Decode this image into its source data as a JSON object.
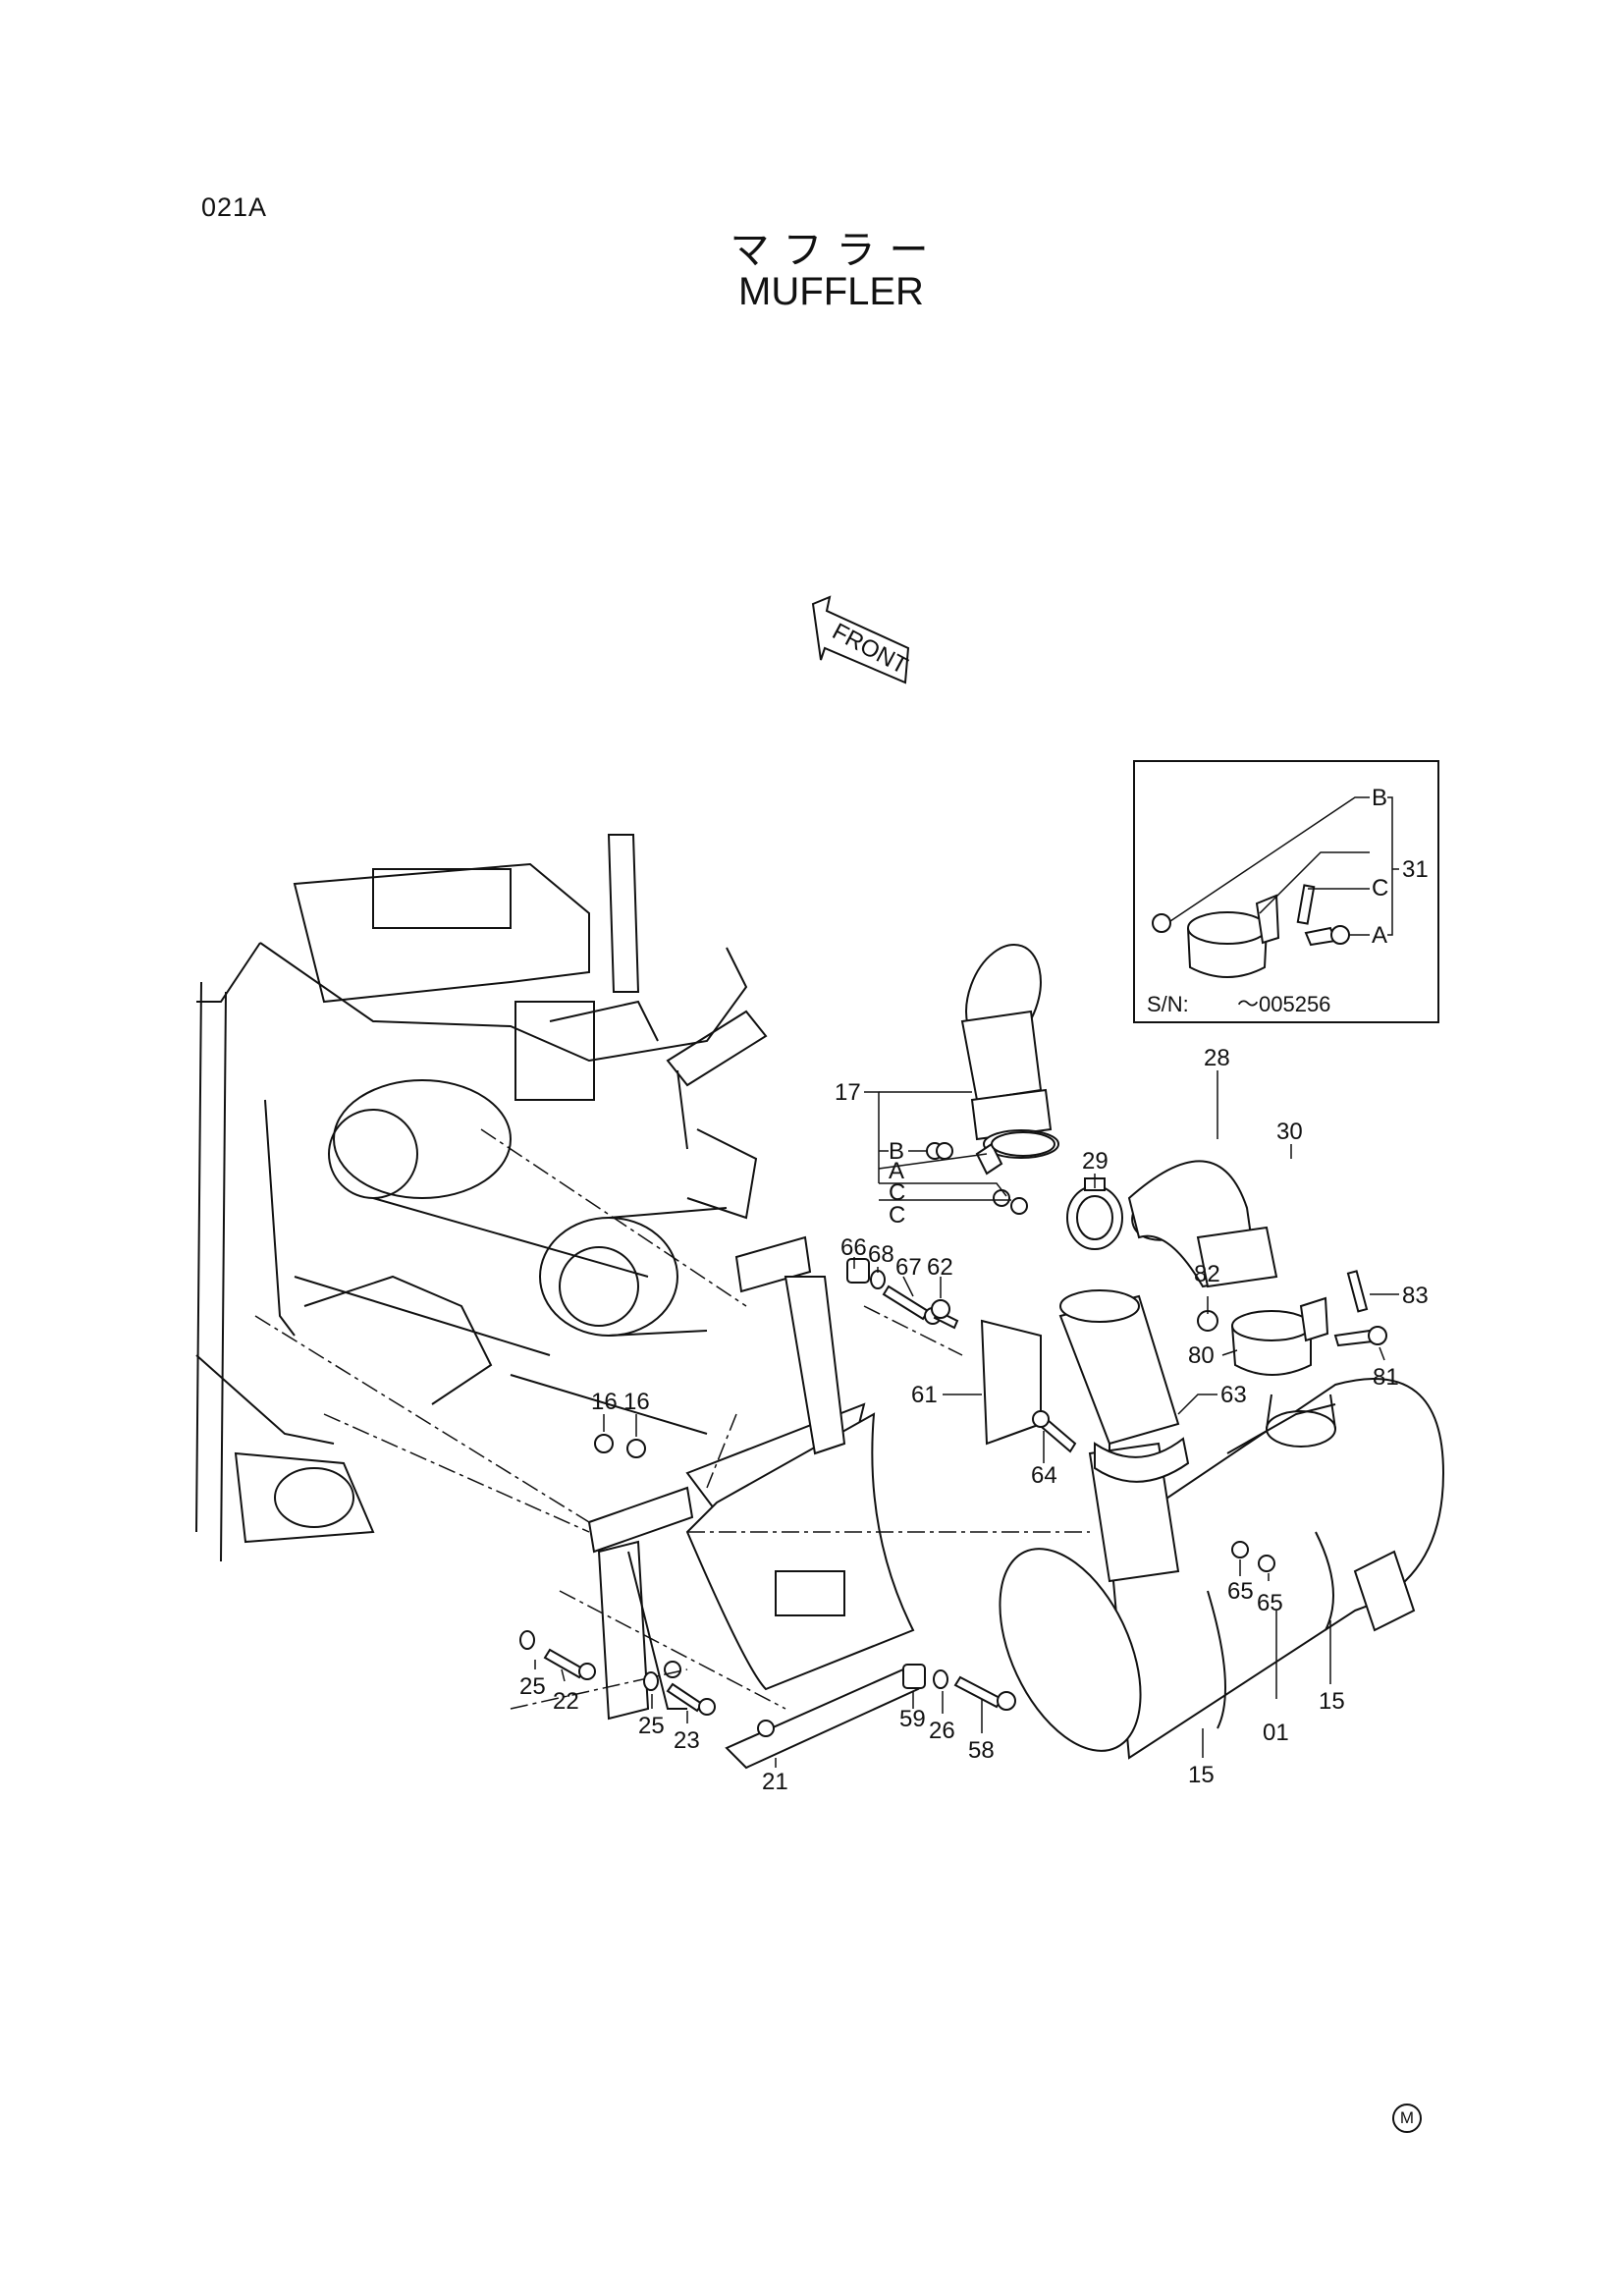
{
  "header": {
    "page_code": "021A",
    "title_ja": "マフラー",
    "title_en": "MUFFLER"
  },
  "front_arrow": {
    "label": "FRONT"
  },
  "inset": {
    "serial_label": "S/N:",
    "serial_range": "～005256",
    "callouts": [
      "B",
      "C",
      "A",
      "31"
    ]
  },
  "callouts": {
    "c17": "17",
    "c17B": "B",
    "c17A": "A",
    "c17C1": "C",
    "c17C2": "C",
    "c28": "28",
    "c29": "29",
    "c30": "30",
    "c82": "82",
    "c83": "83",
    "c80": "80",
    "c81": "81",
    "c66": "66",
    "c68": "68",
    "c67": "67",
    "c62": "62",
    "c61": "61",
    "c63": "63",
    "c64": "64",
    "c16a": "16",
    "c16b": "16",
    "c65a": "65",
    "c65b": "65",
    "c25a": "25",
    "c22": "22",
    "c25b": "25",
    "c23": "23",
    "c21": "21",
    "c59": "59",
    "c26": "26",
    "c58": "58",
    "c15a": "15",
    "c01": "01",
    "c15b": "15"
  },
  "footer": {
    "mark": "M"
  }
}
